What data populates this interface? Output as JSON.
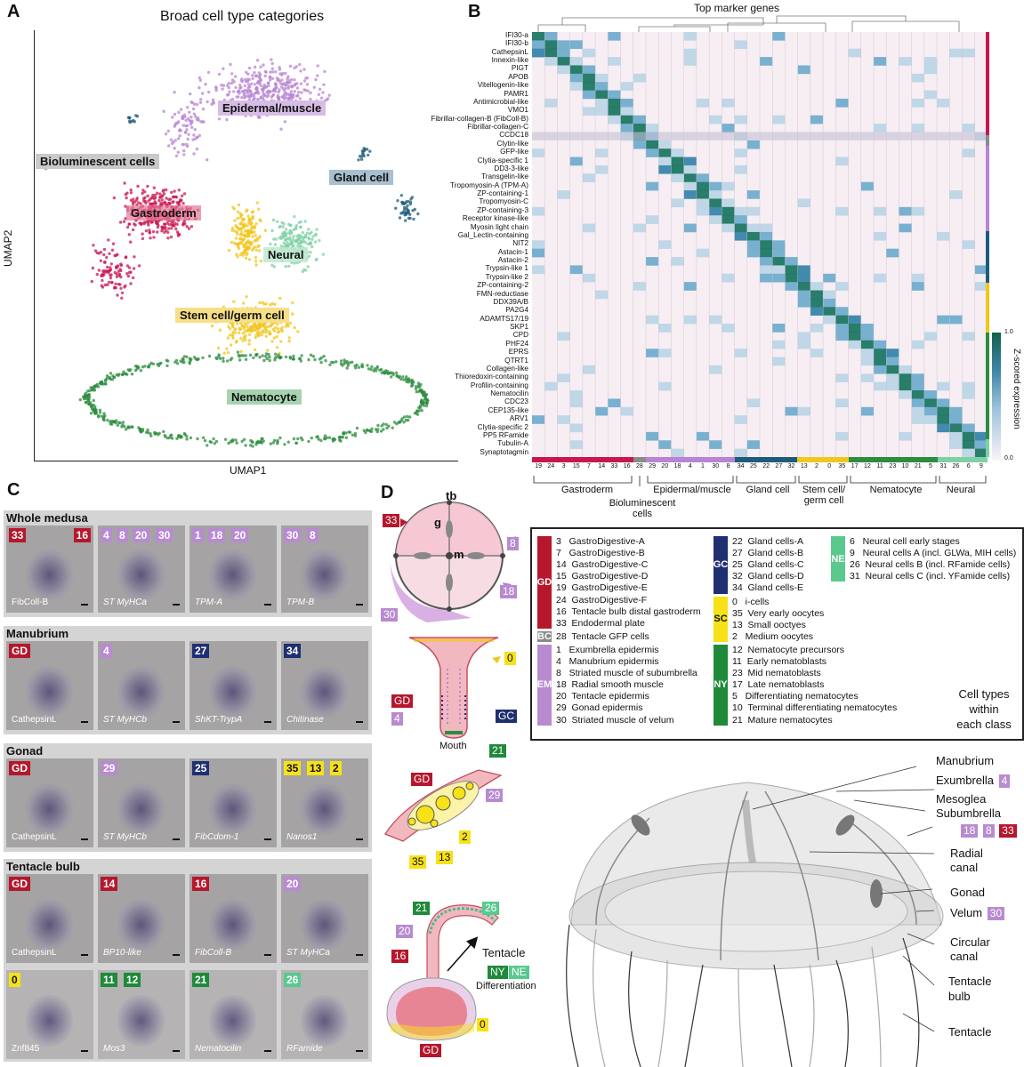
{
  "colors": {
    "gastroderm": "#c8174f",
    "bioluminescent": "#8b8b8b",
    "epidermal": "#b884d3",
    "gland": "#1f5b79",
    "stem": "#f2c61d",
    "nematocyte": "#2c8c3f",
    "neural": "#7fd0a4",
    "gd_badge": "#b5172c",
    "gc_badge": "#1f2f72",
    "sc_badge": "#f7e117",
    "ny_badge": "#1f8a3a",
    "ne_badge": "#59c98e",
    "em_badge": "#b88bd1",
    "bc_badge": "#8a8a8a"
  },
  "panelA": {
    "letter": "A",
    "title": "Broad cell type categories",
    "xlabel": "UMAP1",
    "ylabel": "UMAP2",
    "labels": {
      "epidermal": "Epidermal/muscle",
      "bioluminescent": "Bioluminescent cells",
      "gland": "Gland cell",
      "gastroderm": "Gastroderm",
      "neural": "Neural",
      "stem": "Stem cell/germ cell",
      "nematocyte": "Nematocyte"
    }
  },
  "panelB": {
    "letter": "B",
    "title": "Top marker genes",
    "colorbar_label": "Z-scored expression",
    "colorbar_max": "1.0",
    "colorbar_min": "0.0",
    "genes": [
      "IFI30-a",
      "IFI30-b",
      "CathepsinL",
      "Innexin-like",
      "PIGT",
      "APOB",
      "Vitellogenin-like",
      "PAMR1",
      "Antimicrobial-like",
      "VMO1",
      "Fibrillar-collagen-B (FibColl-B)",
      "Fibrillar-collagen-C",
      "CCDC18",
      "Clytin-like",
      "GFP-like",
      "Clytia-specific 1",
      "DD3-3-like",
      "Transgelin-like",
      "Tropomyosin-A (TPM-A)",
      "ZP-containing-1",
      "Tropomyosin-C",
      "ZP-containing-3",
      "Receptor kinase-like",
      "Myosin light chain",
      "Gal_Lectin-containing",
      "NIT2",
      "Astacin-1",
      "Astacin-2",
      "Trypsin-like 1",
      "Trypsin-like 2",
      "ZP-containing-2",
      "FMN-reductiase",
      "DDX39A/B",
      "PA2G4",
      "ADAMTS17/19",
      "SKP1",
      "CPD",
      "PHF24",
      "EPRS",
      "QTRT1",
      "Collagen-like",
      "Thioredoxin-containing",
      "Profilin-containing",
      "Nematocilin",
      "CDC23",
      "CEP135-like",
      "ARV1",
      "Clytia-specific 2",
      "PP5 RFamide",
      "Tubulin-A",
      "Synaptotagmin"
    ],
    "cluster_order": [
      "19",
      "24",
      "3",
      "15",
      "7",
      "14",
      "33",
      "16",
      "28",
      "29",
      "20",
      "18",
      "4",
      "1",
      "30",
      "8",
      "34",
      "25",
      "22",
      "27",
      "32",
      "13",
      "2",
      "0",
      "35",
      "17",
      "12",
      "11",
      "23",
      "10",
      "21",
      "5",
      "31",
      "26",
      "6",
      "9"
    ],
    "classes": [
      "Gastroderm",
      "Bioluminescent cells",
      "Epidermal/muscle",
      "Gland cell",
      "Stem cell/ germ cell",
      "Nematocyte",
      "Neural"
    ]
  },
  "panelC": {
    "letter": "C",
    "groups": [
      {
        "title": "Whole medusa",
        "photos": [
          {
            "cap": "FibColl-B",
            "badges": [
              {
                "t": "33",
                "c": "gd"
              },
              {
                "t": "16",
                "c": "gd",
                "right": true
              }
            ],
            "upright": true
          },
          {
            "cap": "ST MyHCa",
            "badges": [
              {
                "t": "4",
                "c": "em"
              },
              {
                "t": "8",
                "c": "em"
              },
              {
                "t": "20",
                "c": "em"
              },
              {
                "t": "30",
                "c": "em"
              }
            ]
          },
          {
            "cap": "TPM-A",
            "badges": [
              {
                "t": "1",
                "c": "em"
              },
              {
                "t": "18",
                "c": "em"
              },
              {
                "t": "20",
                "c": "em"
              }
            ]
          },
          {
            "cap": "TPM-B",
            "badges": [
              {
                "t": "30",
                "c": "em"
              },
              {
                "t": "8",
                "c": "em"
              }
            ]
          }
        ]
      },
      {
        "title": "Manubrium",
        "photos": [
          {
            "cap": "CathepsinL",
            "badges": [
              {
                "t": "GD",
                "c": "gd"
              }
            ],
            "upright": true
          },
          {
            "cap": "ST MyHCb",
            "badges": [
              {
                "t": "4",
                "c": "em"
              }
            ]
          },
          {
            "cap": "ShKT-TrypA",
            "badges": [
              {
                "t": "27",
                "c": "gc"
              }
            ]
          },
          {
            "cap": "Chitinase",
            "badges": [
              {
                "t": "34",
                "c": "gc"
              }
            ]
          }
        ]
      },
      {
        "title": "Gonad",
        "photos": [
          {
            "cap": "CathepsinL",
            "badges": [
              {
                "t": "GD",
                "c": "gd"
              }
            ],
            "upright": true
          },
          {
            "cap": "ST MyHCb",
            "badges": [
              {
                "t": "29",
                "c": "em"
              }
            ]
          },
          {
            "cap": "FibCdom-1",
            "badges": [
              {
                "t": "25",
                "c": "gc"
              }
            ]
          },
          {
            "cap": "Nanos1",
            "badges": [
              {
                "t": "35",
                "c": "sc"
              },
              {
                "t": "13",
                "c": "sc"
              },
              {
                "t": "2",
                "c": "sc"
              }
            ]
          }
        ]
      },
      {
        "title": "Tentacle bulb",
        "photos": [
          {
            "cap": "CathepsinL",
            "badges": [
              {
                "t": "GD",
                "c": "gd"
              }
            ],
            "upright": true
          },
          {
            "cap": "BP10-like",
            "badges": [
              {
                "t": "14",
                "c": "gd"
              }
            ]
          },
          {
            "cap": "FibColl-B",
            "badges": [
              {
                "t": "16",
                "c": "gd"
              }
            ]
          },
          {
            "cap": "ST MyHCa",
            "badges": [
              {
                "t": "20",
                "c": "em"
              }
            ]
          },
          {
            "cap": "Znf845",
            "badges": [
              {
                "t": "0",
                "c": "sc"
              }
            ],
            "upright": true
          },
          {
            "cap": "Mos3",
            "badges": [
              {
                "t": "11",
                "c": "ny"
              },
              {
                "t": "12",
                "c": "ny"
              }
            ]
          },
          {
            "cap": "Nematocilin",
            "badges": [
              {
                "t": "21",
                "c": "ny"
              }
            ]
          },
          {
            "cap": "RFamide",
            "badges": [
              {
                "t": "26",
                "c": "ne"
              }
            ]
          }
        ]
      }
    ]
  },
  "panelD": {
    "letter": "D",
    "top": {
      "tb": "tb",
      "g": "g",
      "m": "m",
      "b33": "33",
      "b8": "8",
      "b18": "18",
      "b30": "30"
    },
    "manubrium": {
      "gd": "GD",
      "b4": "4",
      "gc": "GC",
      "b0": "0",
      "b21": "21",
      "mouth": "Mouth"
    },
    "gonad": {
      "gd": "GD",
      "b29": "29",
      "b2": "2",
      "b35": "35",
      "b13": "13"
    },
    "tentacle": {
      "b21": "21",
      "b26": "26",
      "b20": "20",
      "b16": "16",
      "tentacle": "Tentacle",
      "ny": "NY",
      "ne": "NE",
      "differentiation": "Differentiation",
      "b0": "0",
      "gd": "GD"
    }
  },
  "legend": {
    "col1": [
      {
        "cls": "GD",
        "items": [
          "3   GastroDigestive-A",
          "7   GastroDigestive-B",
          "14  GastroDigestive-C",
          "15  GastroDigestive-D",
          "19  GastroDigestive-E",
          "24  GastroDigestive-F",
          "16  Tentacle bulb distal gastroderm",
          "33  Endodermal plate"
        ]
      },
      {
        "cls": "BC",
        "items": [
          "28  Tentacle GFP cells"
        ]
      },
      {
        "cls": "EM",
        "items": [
          "1   Exumbrella epidermis",
          "4   Manubrium epidermis",
          "8   Striated muscle of subumbrella",
          "18  Radial smooth muscle",
          "20  Tentacle epidermis",
          "29  Gonad epidermis",
          "30  Striated muscle of velum"
        ]
      }
    ],
    "col2": [
      {
        "cls": "GC",
        "items": [
          "22  Gland cells-A",
          "27  Gland cells-B",
          "25  Gland cells-C",
          "32  Gland cells-D",
          "34  Gland cells-E"
        ]
      },
      {
        "cls": "SC",
        "items": [
          "0   i-cells",
          "35  Very early oocytes",
          "13  Small ooctyes",
          "2   Medium oocytes"
        ]
      },
      {
        "cls": "NY",
        "items": [
          "12  Nematocyte precursors",
          "11  Early nematoblasts",
          "23  Mid nematoblasts",
          "17  Late nematoblasts",
          "5   Differentiating nematocytes",
          "10  Terminal differentiating nematocytes",
          "21  Mature nematocytes"
        ]
      }
    ],
    "col3": [
      {
        "cls": "NE",
        "items": [
          "6   Neural cell early stages",
          "9   Neural cells A (incl. GLWa, MIH cells)",
          "26  Neural cells B (incl. RFamide cells)",
          "31  Neural cells C (incl. YFamide cells)"
        ]
      }
    ],
    "note1": "Cell types",
    "note2": "within",
    "note3": "each class"
  },
  "anatomy": {
    "manubrium": "Manubrium",
    "exumbrella": "Exumbrella",
    "b4": "4",
    "mesoglea": "Mesoglea",
    "subumbrella": "Subumbrella",
    "b18": "18",
    "b8": "8",
    "b33": "33",
    "radial": "Radial",
    "canal": "canal",
    "gonad": "Gonad",
    "velum": "Velum",
    "b30": "30",
    "circular": "Circular",
    "canal2": "canal",
    "tentacle_l": "Tentacle",
    "bulb": "bulb",
    "tentacle": "Tentacle"
  }
}
